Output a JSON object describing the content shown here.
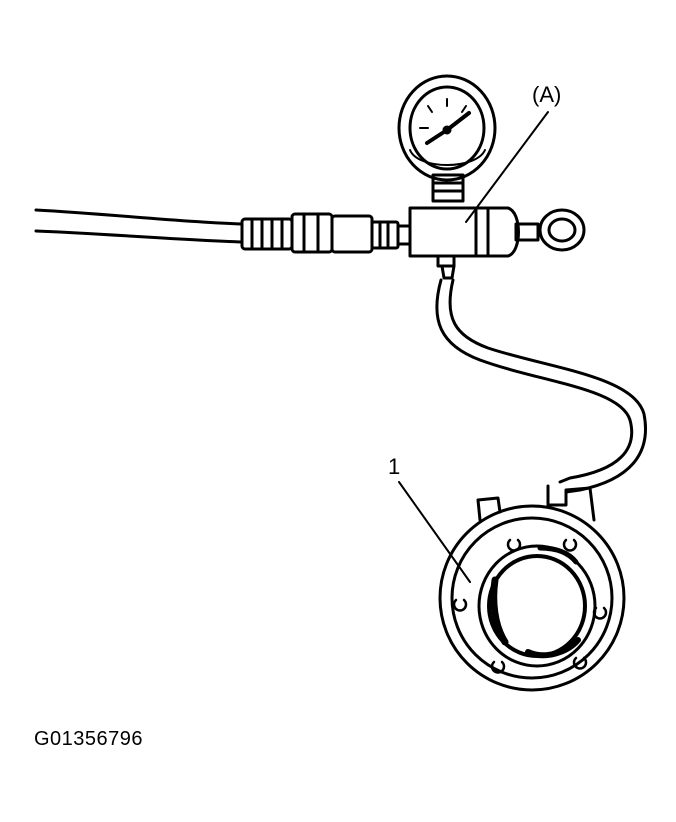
{
  "labels": {
    "callout_a": "(A)",
    "callout_1": "1"
  },
  "figure_id": "G01356796",
  "colors": {
    "ink": "#000000",
    "paper": "#ffffff"
  },
  "icons": {
    "gauge": "pressure-gauge-icon",
    "valve": "valve-body-icon",
    "ring": "hanger-ring-icon",
    "actuator": "clutch-actuator-icon"
  }
}
